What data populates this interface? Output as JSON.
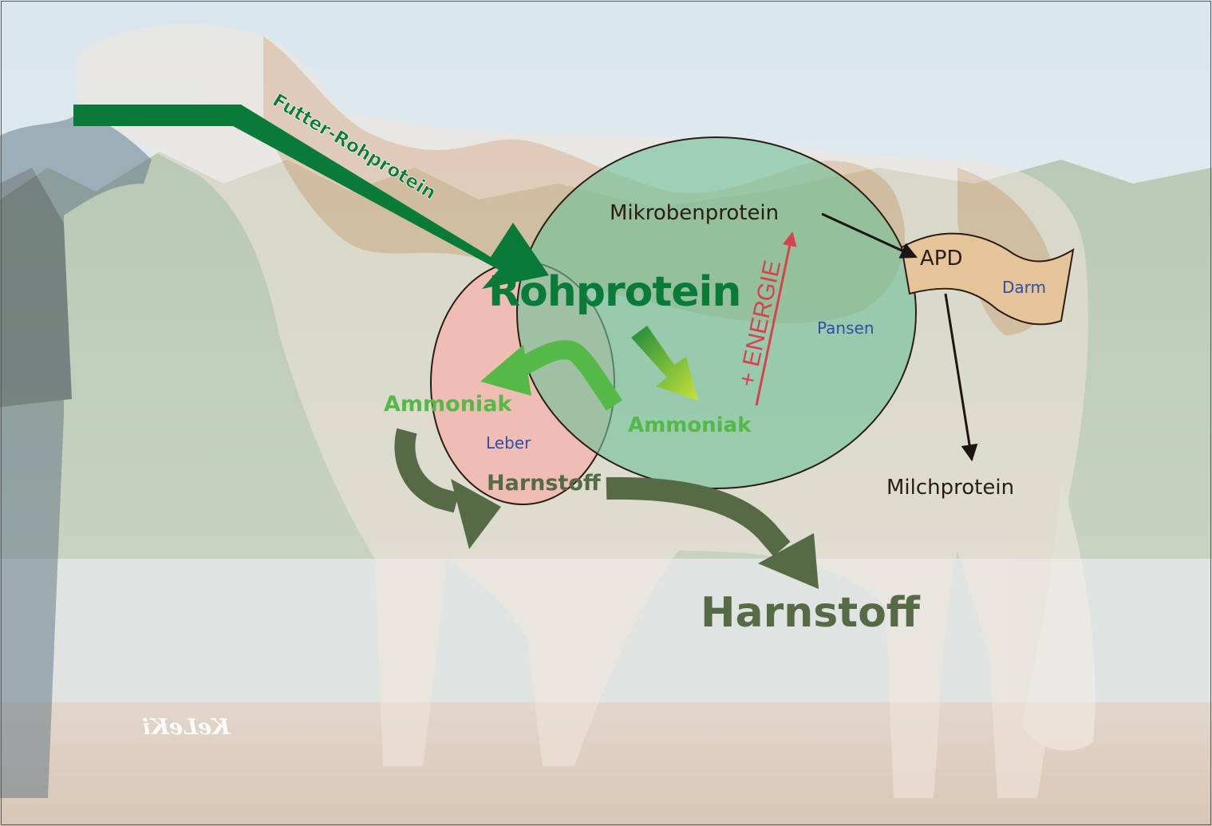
{
  "arrows": {
    "feed_label": "Futter-Rohprotein",
    "energy_label": "+ ENERGIE"
  },
  "organs": {
    "rumen": "Pansen",
    "liver": "Leber",
    "intestine": "Darm"
  },
  "nodes": {
    "crude_protein": "Rohprotein",
    "ammonia_liver": "Ammoniak",
    "ammonia_rumen": "Ammoniak",
    "urea_liver": "Harnstoff",
    "microbial_protein": "Mikrobenprotein",
    "apd": "APD",
    "milk_protein": "Milchprotein",
    "urea_out": "Harnstoff"
  },
  "watermark": "KeLeKi",
  "colors": {
    "dark_green": "#0a7a38",
    "light_green": "#55b947",
    "rumen_fill": "#6fc29a",
    "liver_fill": "#f2b8b0",
    "intestine_fill": "#e6c49a",
    "urea_arrow": "#566b45",
    "energy_red": "#d8414e",
    "organ_label_blue": "#2e4fa6"
  }
}
